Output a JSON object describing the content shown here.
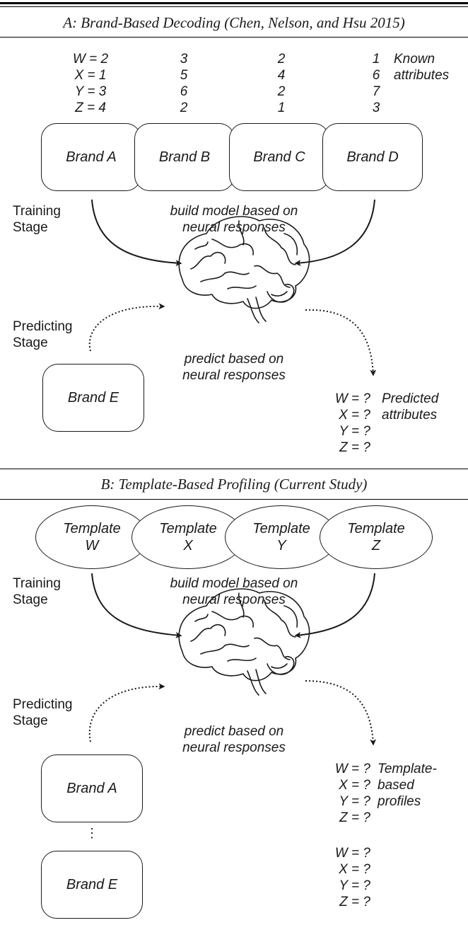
{
  "panel_a": {
    "title": "A: Brand-Based Decoding (Chen, Nelson, and Hsu 2015)",
    "attr_rows": [
      [
        "W = 2",
        "3",
        "2",
        "1"
      ],
      [
        "X = 1",
        "5",
        "4",
        "6"
      ],
      [
        "Y = 3",
        "6",
        "2",
        "7"
      ],
      [
        "Z = 4",
        "2",
        "1",
        "3"
      ]
    ],
    "known_line1": "Known",
    "known_line2": "attributes",
    "brands": [
      "Brand A",
      "Brand B",
      "Brand C",
      "Brand D"
    ],
    "training_line1": "Training",
    "training_line2": "Stage",
    "build_line1": "build model based on",
    "build_line2": "neural responses",
    "predicting_line1": "Predicting",
    "predicting_line2": "Stage",
    "predict_line1": "predict based on",
    "predict_line2": "neural responses",
    "new_brand": "Brand E",
    "predicted_values": [
      "W = ?",
      "X = ?",
      "Y = ?",
      "Z = ?"
    ],
    "predicted_line1": "Predicted",
    "predicted_line2": "attributes"
  },
  "panel_b": {
    "title": "B: Template-Based Profiling (Current Study)",
    "templates": [
      {
        "line1": "Template",
        "line2": "W"
      },
      {
        "line1": "Template",
        "line2": "X"
      },
      {
        "line1": "Template",
        "line2": "Y"
      },
      {
        "line1": "Template",
        "line2": "Z"
      }
    ],
    "training_line1": "Training",
    "training_line2": "Stage",
    "build_line1": "build model based on",
    "build_line2": "neural responses",
    "predicting_line1": "Predicting",
    "predicting_line2": "Stage",
    "predict_line1": "predict based on",
    "predict_line2": "neural responses",
    "brand_first": "Brand A",
    "brand_ellipsis": "⋮",
    "brand_last": "Brand E",
    "profile_values": [
      "W = ?",
      "X = ?",
      "Y = ?",
      "Z = ?"
    ],
    "profile_values_2": [
      "W = ?",
      "X = ?",
      "Y = ?",
      "Z = ?"
    ],
    "profiles_line1": "Template-",
    "profiles_line2": "based",
    "profiles_line3": "profiles"
  }
}
